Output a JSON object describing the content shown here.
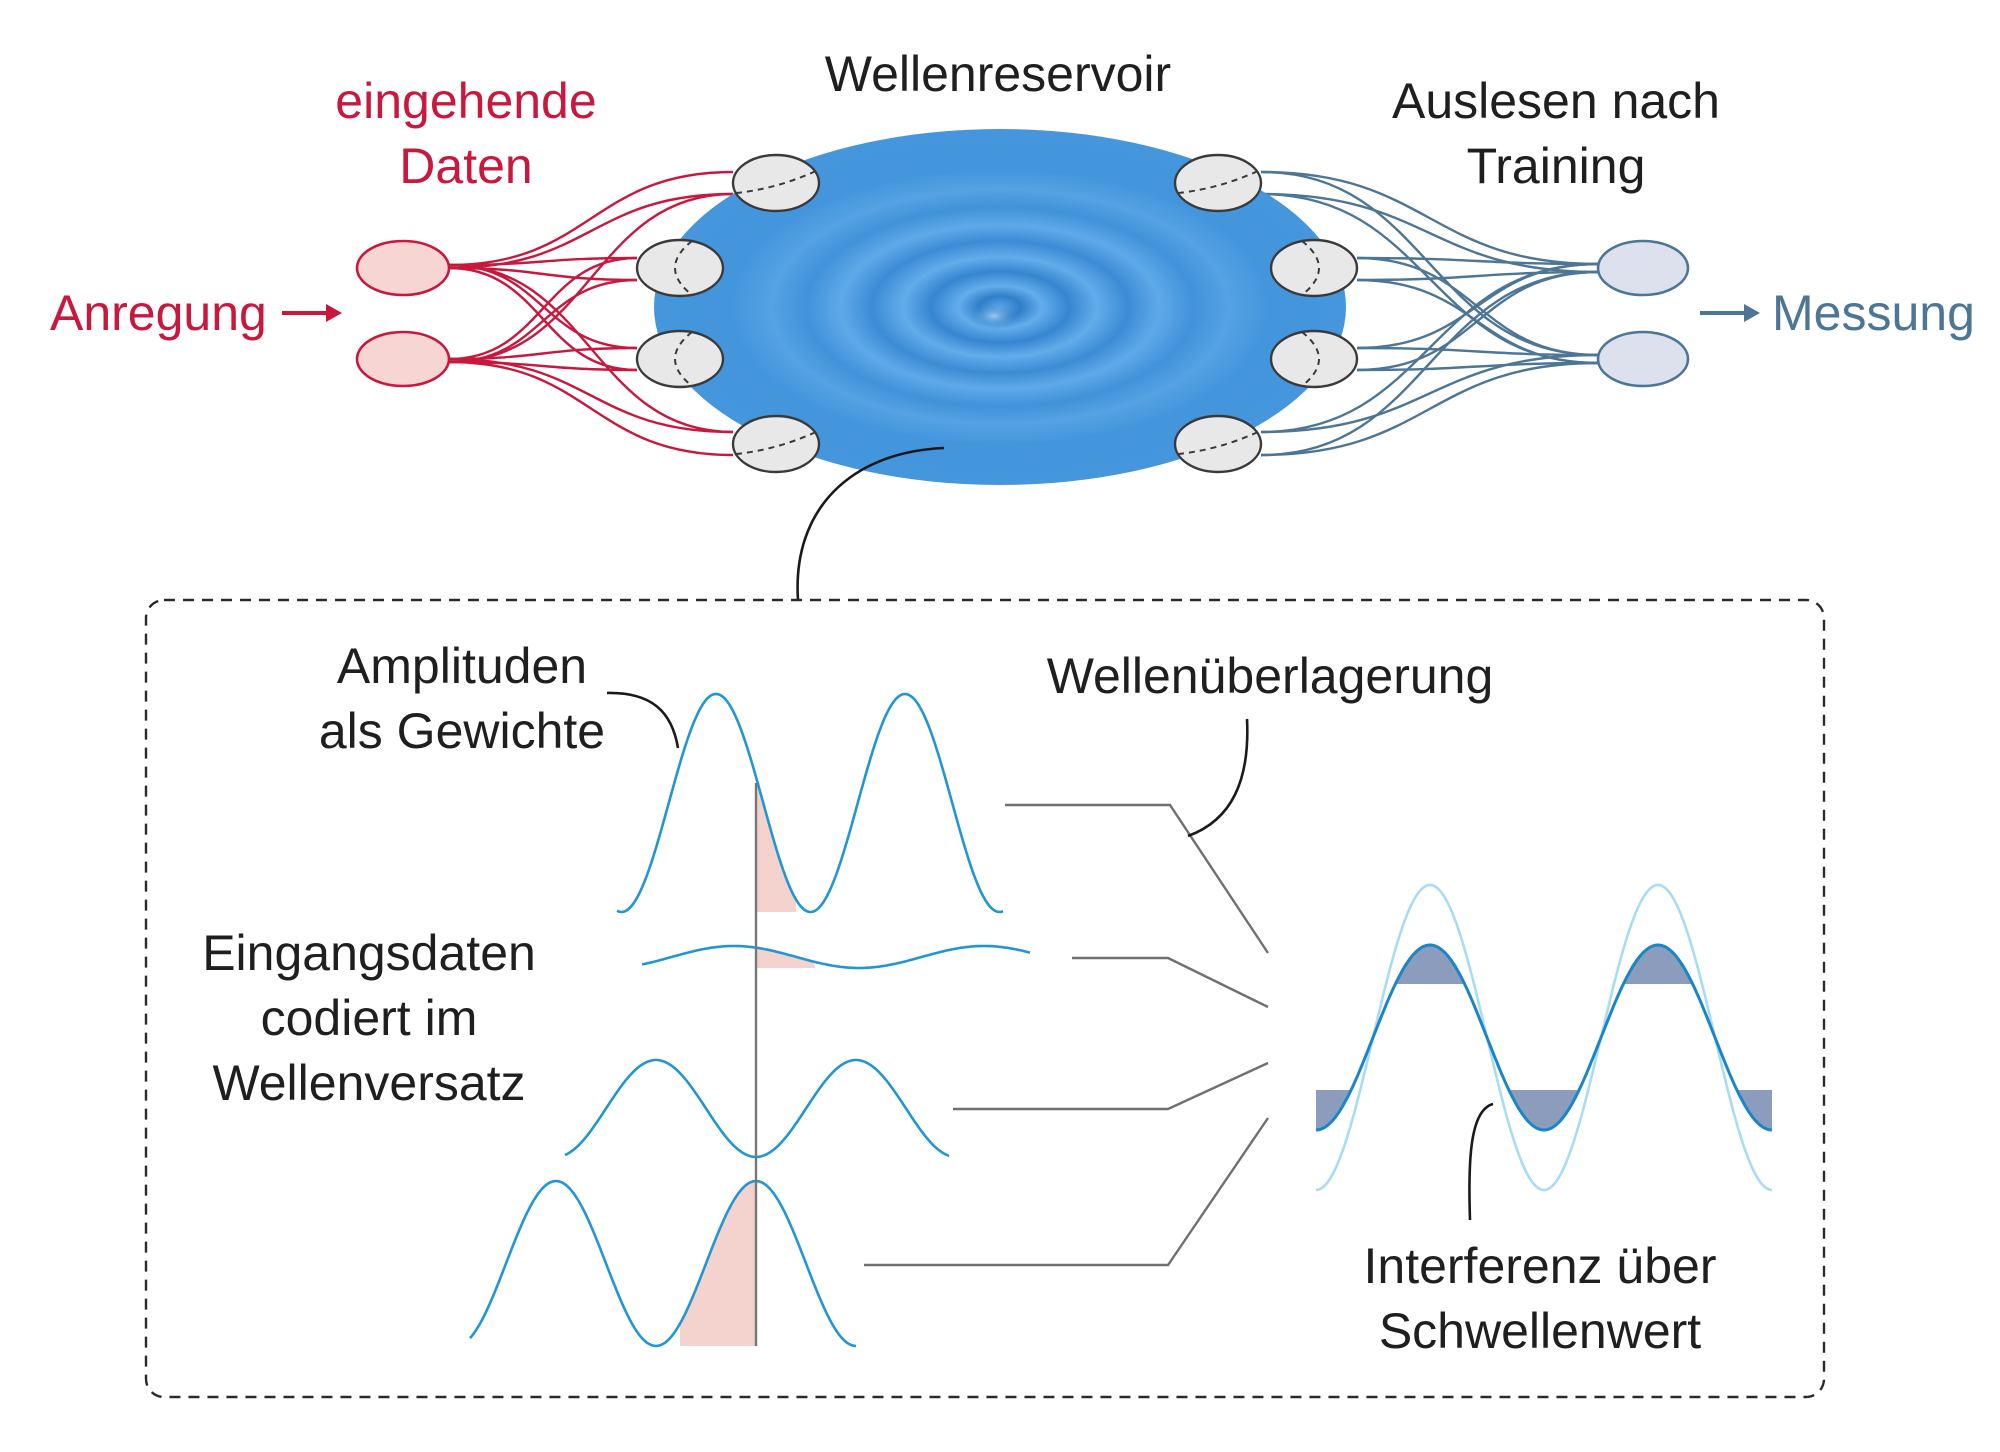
{
  "labels": {
    "reservoir_title": "Wellenreservoir",
    "input_line1": "eingehende",
    "input_line2": "Daten",
    "readout_line1": "Auslesen nach",
    "readout_line2": "Training",
    "excitation": "Anregung",
    "measurement": "Messung",
    "amplitudes_line1": "Amplituden",
    "amplitudes_line2": "als Gewichte",
    "superposition": "Wellenüberlagerung",
    "encoded_line1": "Eingangsdaten",
    "encoded_line2": "codiert im",
    "encoded_line3": "Wellenversatz",
    "interference_line1": "Interferenz über",
    "interference_line2": "Schwellenwert"
  },
  "colors": {
    "input_red": "#c8183d",
    "input_node_fill": "#f6d5d3",
    "output_blue": "#4d7596",
    "output_node_fill": "#dde1ee",
    "reservoir_blue": "#3d8fd8",
    "wave_line": "#2196d3",
    "wave_light": "#a8dcf3",
    "threshold_fill": "#8c9cbc",
    "weight_shade": "#f4d3cf",
    "port_fill": "#e8e8e8",
    "connector_gray": "#707070"
  }
}
